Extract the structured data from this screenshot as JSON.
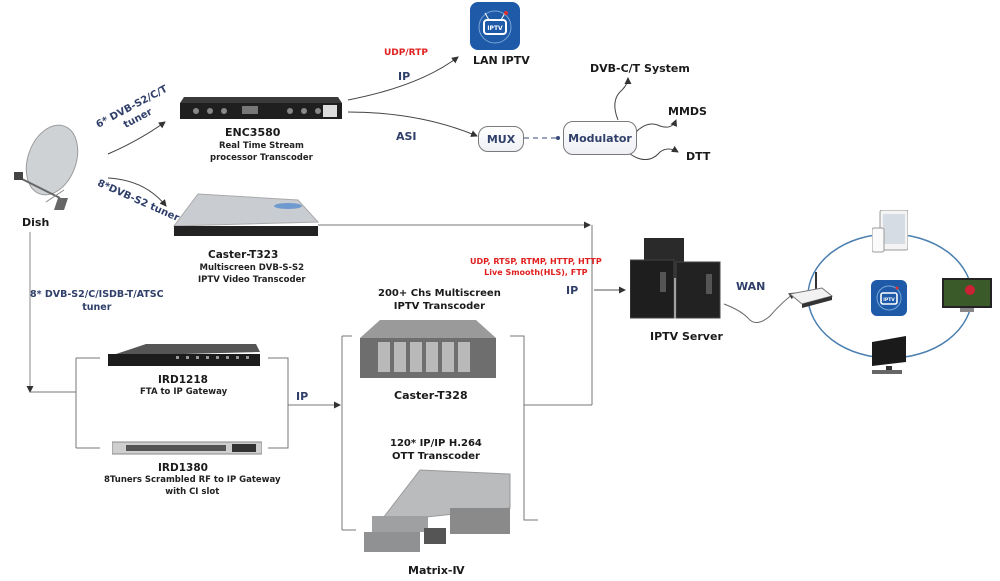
{
  "source": {
    "dish_label": "Dish",
    "tuner_enc": "6* DVB-S2/C/T\ntuner",
    "tuner_enc_l1": "6* DVB-S2/C/T",
    "tuner_enc_l2": "tuner",
    "tuner_caster": "8*DVB-S2 tuner",
    "tuner_ird_l1": "8* DVB-S2/C/ISDB-T/ATSC",
    "tuner_ird_l2": "tuner"
  },
  "enc3580": {
    "name": "ENC3580",
    "desc_l1": "Real Time Stream",
    "desc_l2": "processor Transcoder",
    "out_ip": "IP",
    "out_protocol": "UDP/RTP",
    "out_asi": "ASI"
  },
  "lan_iptv": {
    "label": "LAN IPTV",
    "icon_text": "IPTV"
  },
  "mux": {
    "label": "MUX"
  },
  "modulator": {
    "label": "Modulator"
  },
  "outputs": {
    "dvbct": "DVB-C/T System",
    "mmds": "MMDS",
    "dtt": "DTT"
  },
  "caster_t323": {
    "name": "Caster-T323",
    "desc_l1": "Multiscreen DVB-S-S2",
    "desc_l2": "IPTV Video Transcoder"
  },
  "ird1218": {
    "name": "IRD1218",
    "desc": "FTA to IP Gateway"
  },
  "ird1380": {
    "name": "IRD1380",
    "desc_l1": "8Tuners Scrambled RF to IP Gateway",
    "desc_l2": "with CI slot"
  },
  "ird_ip_label": "IP",
  "caster_t328": {
    "header_l1": "200+ Chs Multiscreen",
    "header_l2": "IPTV Transcoder",
    "name": "Caster-T328"
  },
  "matrix": {
    "header_l1": "120* IP/IP H.264",
    "header_l2": "OTT Transcoder",
    "name": "Matrix-Ⅳ"
  },
  "server_link": {
    "protocols_l1": "UDP, RTSP, RTMP, HTTP, HTTP",
    "protocols_l2": "Live Smooth(HLS), FTP",
    "ip": "IP"
  },
  "iptv_server": {
    "label": "IPTV Server",
    "wan": "WAN"
  },
  "clients": {
    "center_icon_text": "IPTV"
  },
  "colors": {
    "navy_label": "#2f3f6a",
    "protocol_red": "#e02020",
    "app_blue": "#1e5aa8",
    "ring_blue": "#4a7fb0",
    "wire_gray": "#777777"
  }
}
